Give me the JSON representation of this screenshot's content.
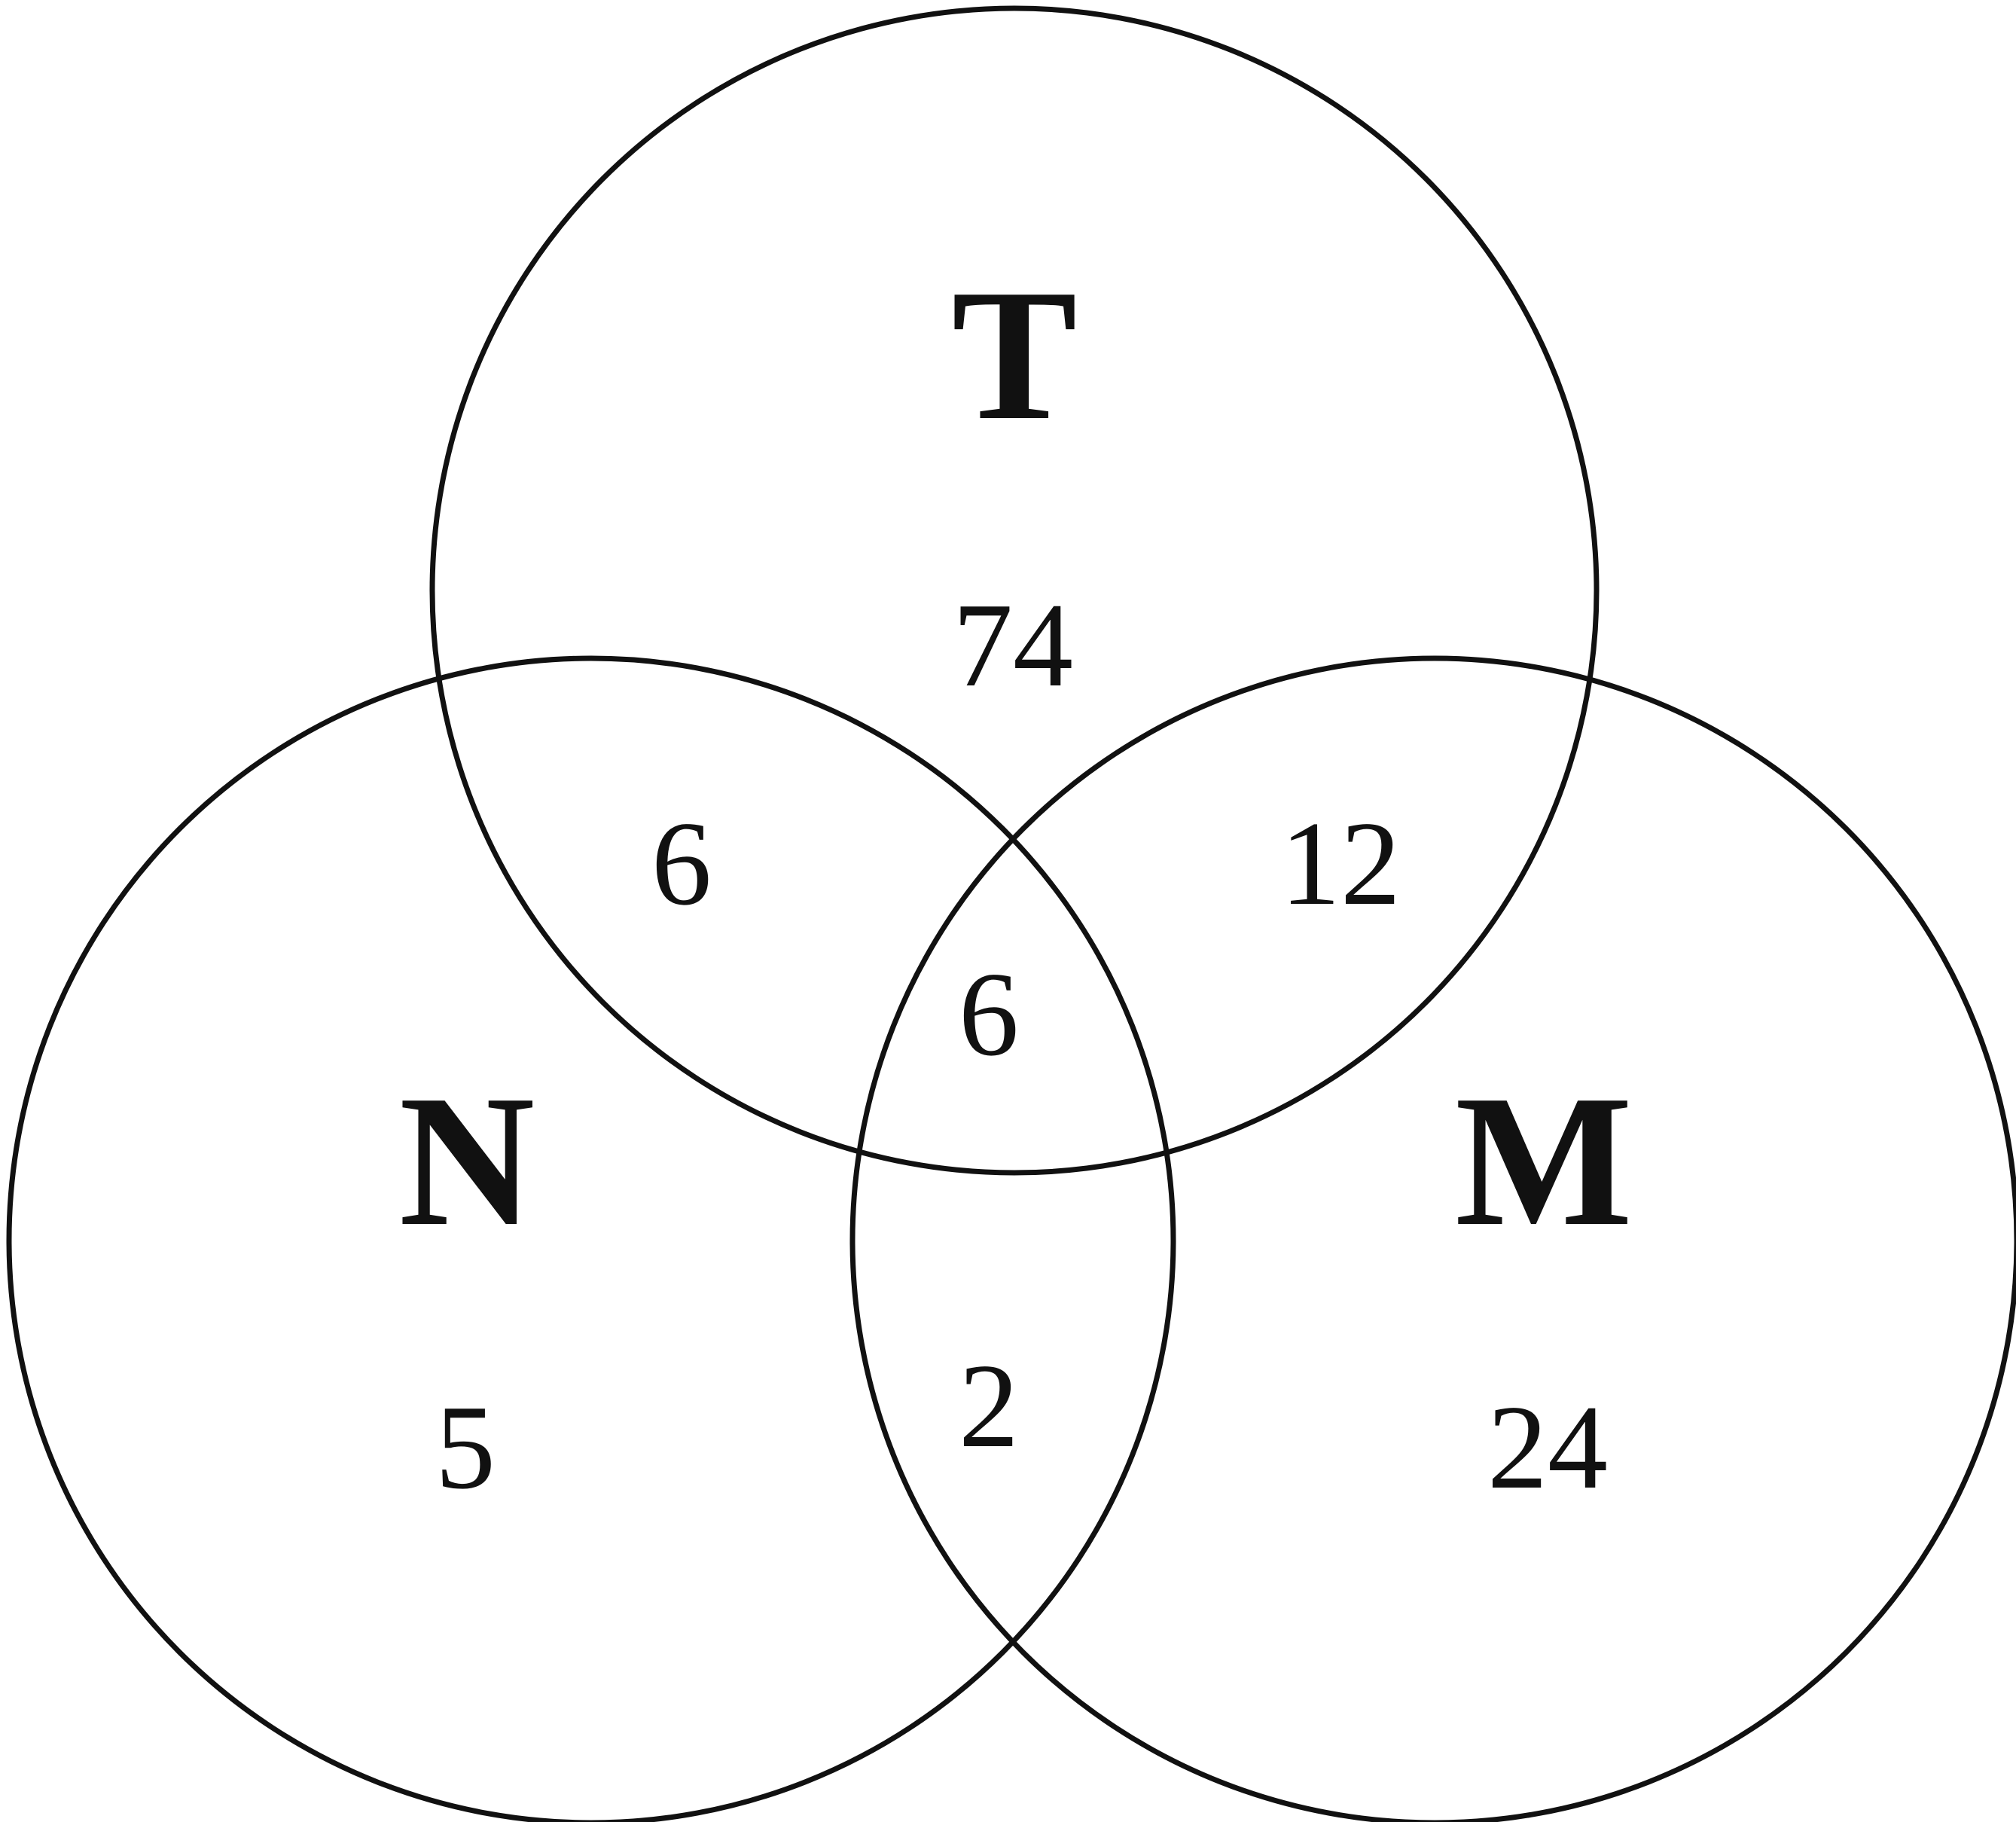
{
  "diagram": {
    "type": "venn",
    "sets": [
      {
        "id": "T",
        "label": "T"
      },
      {
        "id": "N",
        "label": "N"
      },
      {
        "id": "M",
        "label": "M"
      }
    ],
    "regions": {
      "t_only": "74",
      "n_only": "5",
      "m_only": "24",
      "t_n": "6",
      "t_m": "12",
      "n_m": "2",
      "t_n_m": "6"
    }
  }
}
